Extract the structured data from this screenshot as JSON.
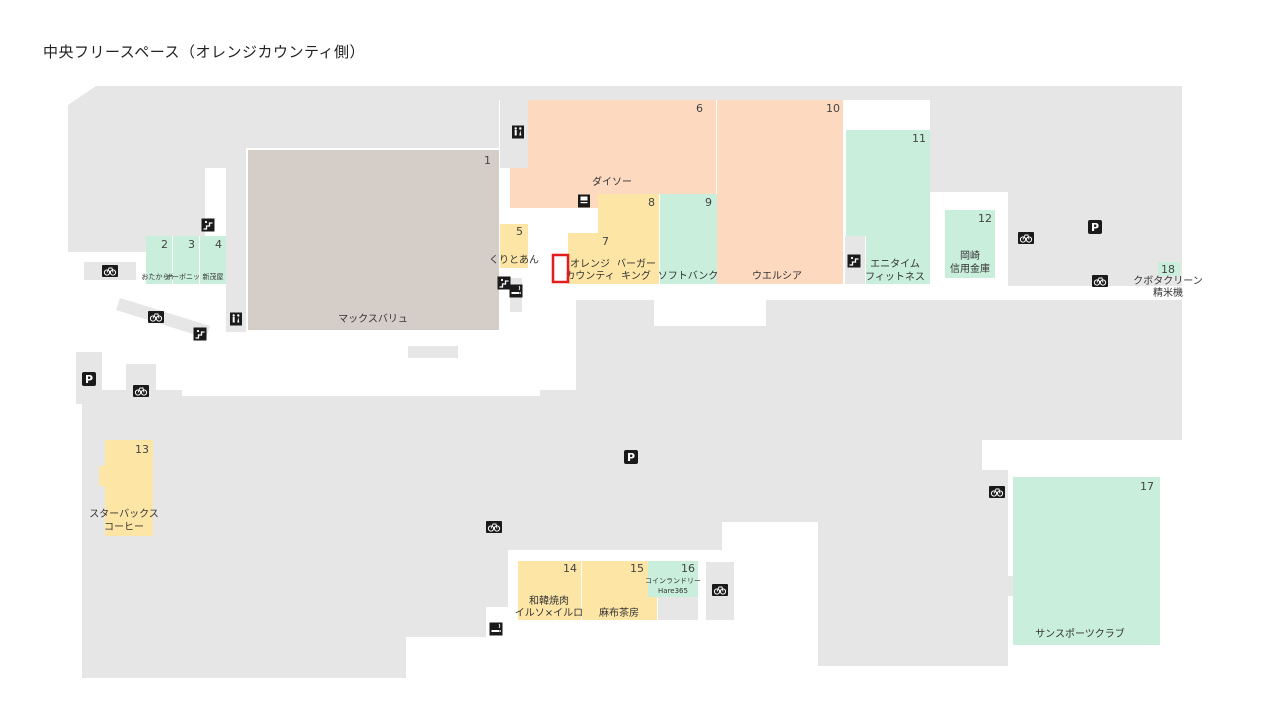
{
  "page_title": "中央フリースペース（オレンジカウンティ側）",
  "colors": {
    "background": "#ffffff",
    "floor": "#e6e6e7",
    "building": "#d4cdc8",
    "orange": "#fcd9bf",
    "yellow": "#fde5a6",
    "green": "#c9eedc",
    "highlight": "#e31d1d",
    "icon": "#1a1a1a"
  },
  "buildings": {
    "max_valu": {
      "number": "1",
      "name": "マックスバリュ"
    }
  },
  "stores": [
    {
      "key": "daiso",
      "number": "6",
      "lines": [
        "ダイソー"
      ]
    },
    {
      "key": "welcia",
      "number": "10",
      "lines": [
        "ウエルシア"
      ]
    },
    {
      "key": "anytime",
      "number": "11",
      "lines": [
        "エニタイム",
        "フィットネス"
      ]
    },
    {
      "key": "okazaki",
      "number": "12",
      "lines": [
        "岡崎",
        "信用金庫"
      ]
    },
    {
      "key": "burger",
      "number": "8",
      "lines": [
        "バーガー",
        "キング"
      ]
    },
    {
      "key": "softbank",
      "number": "9",
      "lines": [
        "ソフトバンク"
      ]
    },
    {
      "key": "orange",
      "number": "7",
      "lines": [
        "オレンジ",
        "カウンティ"
      ]
    },
    {
      "key": "kuri",
      "number": "5",
      "lines": [
        "くりとあん"
      ]
    },
    {
      "key": "s2",
      "number": "2",
      "lines": [
        "おたからや"
      ]
    },
    {
      "key": "s3",
      "number": "3",
      "lines": [
        "オーボニッツ"
      ]
    },
    {
      "key": "s4",
      "number": "4",
      "lines": [
        "新茂屋"
      ]
    },
    {
      "key": "starbucks",
      "number": "13",
      "lines": [
        "スターバックス",
        "コーヒー"
      ]
    },
    {
      "key": "iruso",
      "number": "14",
      "lines": [
        "和韓焼肉",
        "イルソ×イルロ"
      ]
    },
    {
      "key": "azabu",
      "number": "15",
      "lines": [
        "麻布茶房"
      ]
    },
    {
      "key": "coin",
      "number": "16",
      "lines": [
        "コインランドリー",
        "Hare365"
      ]
    },
    {
      "key": "sunsports",
      "number": "17",
      "lines": [
        "サンスポーツクラブ"
      ]
    },
    {
      "key": "kubota",
      "number": "18",
      "lines": [
        "クボタクリーン",
        "精米機"
      ]
    }
  ],
  "icons": {
    "parking": "P",
    "bicycle": "bicycle-icon",
    "toilet": "toilet-icon",
    "stairs": "stairs-icon",
    "smoking": "smoking-icon",
    "atm": "atm-icon"
  }
}
